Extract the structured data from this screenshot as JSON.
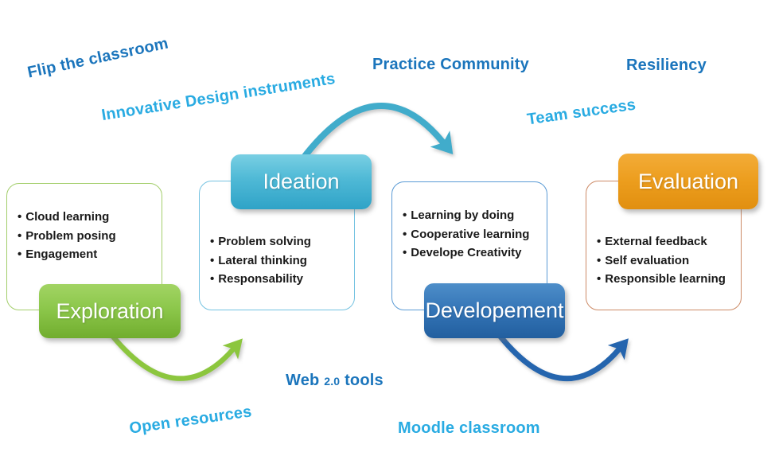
{
  "floating_labels": [
    {
      "text": "Flip the classroom",
      "color": "#1B75BC",
      "rotation_deg": -12
    },
    {
      "text": "Innovative Design instruments",
      "color": "#29ABE2",
      "rotation_deg": -9
    },
    {
      "text": "Practice Community",
      "color": "#1B75BC",
      "rotation_deg": 0
    },
    {
      "text": "Resiliency",
      "color": "#1B75BC",
      "rotation_deg": 0
    },
    {
      "text": "Team success",
      "color": "#29ABE2",
      "rotation_deg": -8
    },
    {
      "text": "Open resources",
      "color": "#29ABE2",
      "rotation_deg": -8
    },
    {
      "text": "Moodle classroom",
      "color": "#29ABE2",
      "rotation_deg": 0
    }
  ],
  "web_tools_label": {
    "pre": "Web",
    "small": "2.0",
    "post": "tools",
    "color": "#1B75BC"
  },
  "stages": [
    {
      "label": "Exploration",
      "items": [
        "Cloud learning",
        "Problem posing",
        "Engagement"
      ],
      "box_gradient": [
        "#A2D464",
        "#71AD2E"
      ],
      "panel_border": "#A3CE6B"
    },
    {
      "label": "Ideation",
      "items": [
        "Problem solving",
        "Lateral thinking",
        "Responsability"
      ],
      "box_gradient": [
        "#79CFE3",
        "#2FA3C7"
      ],
      "panel_border": "#74C2E1"
    },
    {
      "label": "Developement",
      "items": [
        "Learning by doing",
        "Cooperative learning",
        "Develope Creativity"
      ],
      "box_gradient": [
        "#4E8EC9",
        "#225F9F"
      ],
      "panel_border": "#5B9BD5"
    },
    {
      "label": "Evaluation",
      "items": [
        "External feedback",
        "Self evaluation",
        "Responsible learning"
      ],
      "box_gradient": [
        "#F3AC38",
        "#E18F10"
      ],
      "panel_border": "#CC8A66"
    }
  ],
  "arrows": [
    {
      "name": "exploration-curve-arrow",
      "color": "#8CC63E"
    },
    {
      "name": "ideation-curve-arrow",
      "color": "#41ACCB"
    },
    {
      "name": "developement-curve-arrow",
      "color": "#2565AE"
    }
  ],
  "text_colors": {
    "dark_blue": "#1B75BC",
    "cyan": "#29ABE2",
    "bullet": "#1A1A1A",
    "stage_label": "#FFFFFF"
  }
}
